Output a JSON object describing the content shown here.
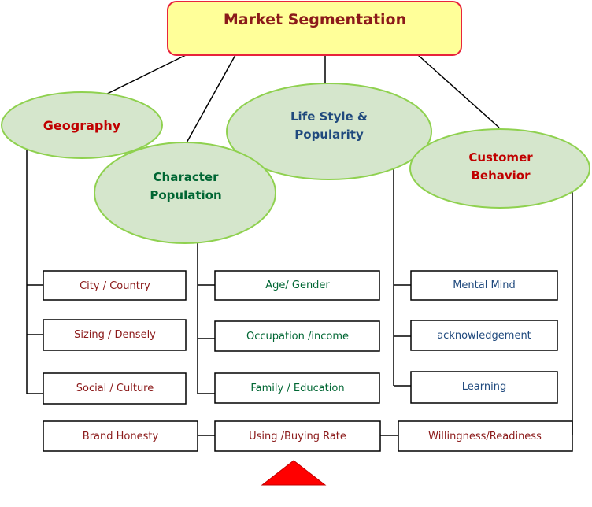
{
  "colors": {
    "title_fill": "#ffff99",
    "title_stroke": "#e8243c",
    "ellipse_fill": "#d5e6cc",
    "ellipse_stroke": "#8fd14f",
    "red_text": "#c00000",
    "green_text": "#006633",
    "blue_text": "#1f497d",
    "dark_red_text": "#8b1a1a",
    "arrow_fill": "#ff0000"
  },
  "title": "Market Segmentation",
  "categories": {
    "geography": "Geography",
    "character_line1": "Character",
    "character_line2": "Population",
    "lifestyle_line1": "Life Style &",
    "lifestyle_line2": "Popularity",
    "behavior_line1": "Customer",
    "behavior_line2": "Behavior"
  },
  "geography_items": [
    "City  / Country",
    "Sizing / Densely",
    "Social / Culture"
  ],
  "character_items": [
    "Age/ Gender",
    "Occupation /income",
    "Family  / Education"
  ],
  "lifestyle_items": [
    "Mental Mind",
    "acknowledgement",
    "Learning"
  ],
  "bottom_row": {
    "brand": "Brand Honesty",
    "using": "Using /Buying  Rate",
    "willingness": "Willingness/Readiness"
  },
  "arrow_icon": "triangle-up-icon"
}
